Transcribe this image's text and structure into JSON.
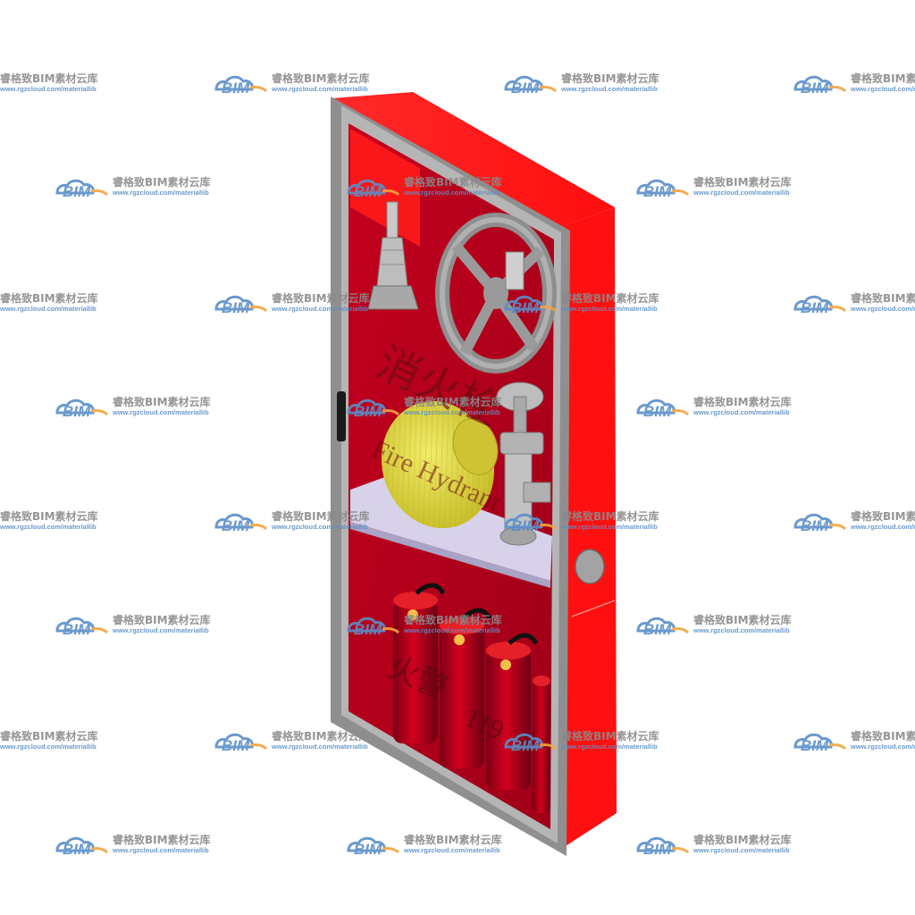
{
  "watermark": {
    "logo_text": "BIM",
    "brand_text": "睿格致BIM素材云库",
    "url_text": "www.rgzcloud.com/materiallib"
  },
  "cabinet": {
    "door_label_cn": "消火栓",
    "door_label_en": "Fire Hydrant",
    "extinguisher_label_cn": "火警",
    "extinguisher_number": "119"
  },
  "colors": {
    "cabinet_red": "#ff0d0d",
    "cabinet_dark_red": "#a8001c",
    "frame_grey": "#8f8f8f",
    "hose_yellow": "#e8e04a",
    "shelf_lavender": "#d7d2ea",
    "watermark_blue": "#5a8fc8",
    "watermark_orange": "#f2a441",
    "watermark_grey": "#8a8a8a"
  }
}
